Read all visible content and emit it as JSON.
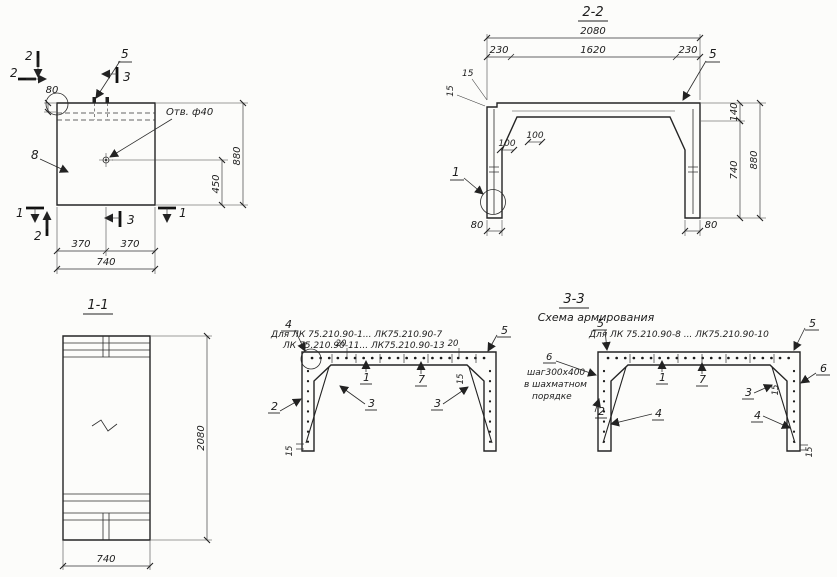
{
  "plan": {
    "mark2_a": "2",
    "mark2_b": "2",
    "mark2_bottom": "2",
    "mark3_top": "3",
    "mark3_bottom": "3",
    "mark1_left": "1",
    "mark1_right": "1",
    "mark5": "5",
    "mark8": "8",
    "hole_label": "Отв. ф40",
    "dim80": "80",
    "dim880": "880",
    "dim450": "450",
    "dim370_left": "370",
    "dim370_right": "370",
    "dim740": "740"
  },
  "s22": {
    "title": "2-2",
    "dim2080": "2080",
    "dim230_left": "230",
    "dim1620": "1620",
    "dim230_right": "230",
    "dim15_a": "15",
    "dim15_b": "15",
    "mark5": "5",
    "mark1": "1",
    "dim140": "140",
    "dim740": "740",
    "dim880": "880",
    "dim100_a": "100",
    "dim100_b": "100",
    "dim80_left": "80",
    "dim80_right": "80"
  },
  "s11": {
    "title": "1-1",
    "dim2080": "2080",
    "dim740": "740"
  },
  "s33": {
    "title": "3-3",
    "subtitle": "Схема армирования",
    "caption_left_1": "Для ЛК 75.210.90-1... ЛК75.210.90-7",
    "caption_left_2": "ЛК 75.210.90-11... ЛК75.210.90-13",
    "caption_right": "Для ЛК 75.210.90-8 ... ЛК75.210.90-10",
    "note_mark": "6",
    "note_1": "шаг300х400",
    "note_2": "в шахматном",
    "note_3": "порядке",
    "left": {
      "m4": "4",
      "m5": "5",
      "d20a": "20",
      "d20b": "20",
      "m1": "1",
      "m7": "7",
      "d15t": "15",
      "m3a": "3",
      "m3b": "3",
      "m2": "2",
      "d15b": "15"
    },
    "right": {
      "m5a": "5",
      "m5b": "5",
      "m6": "6",
      "m1": "1",
      "m7": "7",
      "m3": "3",
      "d15t": "15",
      "m2": "2",
      "m4a": "4",
      "m4b": "4",
      "d15b": "15"
    }
  }
}
